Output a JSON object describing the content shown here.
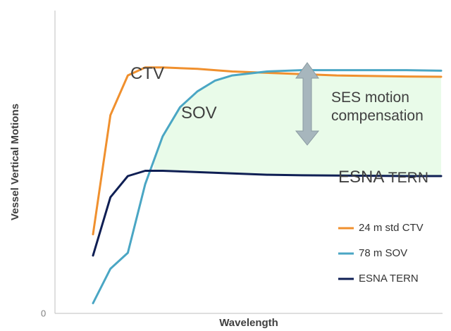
{
  "chart_data": {
    "type": "line",
    "xlabel": "Wavelength",
    "ylabel": "Vessel Vertical Motions",
    "y_tick": "0",
    "xlim": [
      0,
      100
    ],
    "ylim": [
      0,
      100
    ],
    "grid": false,
    "legend_position": "bottom-right",
    "series": [
      {
        "name": "24 m std CTV",
        "color": "#f0902e",
        "x": [
          0,
          5,
          10,
          15,
          20,
          30,
          40,
          50,
          60,
          70,
          80,
          90,
          100
        ],
        "y": [
          28,
          73,
          88,
          91,
          91,
          90.5,
          89.5,
          89,
          88.5,
          88,
          87.8,
          87.6,
          87.5
        ]
      },
      {
        "name": "78 m SOV",
        "color": "#4aa6c4",
        "x": [
          0,
          5,
          10,
          15,
          20,
          25,
          30,
          35,
          40,
          50,
          60,
          70,
          80,
          90,
          100
        ],
        "y": [
          2,
          15,
          21,
          47,
          65,
          76,
          82,
          86,
          88,
          89.5,
          90,
          90,
          90,
          90,
          89.8
        ]
      },
      {
        "name": "ESNA TERN",
        "color": "#0f1f54",
        "x": [
          0,
          5,
          10,
          15,
          20,
          30,
          40,
          50,
          60,
          70,
          80,
          90,
          100
        ],
        "y": [
          20,
          42,
          50,
          52,
          52,
          51.5,
          51,
          50.5,
          50.3,
          50.2,
          50.1,
          50,
          50
        ]
      }
    ],
    "annotations": {
      "ctv_label": "CTV",
      "sov_label": "SOV",
      "compensation_line1": "SES motion",
      "compensation_line2": "compensation",
      "esna_label": "ESNA",
      "tern_label": " TERN"
    },
    "fill_color": "#e9fbe9",
    "arrow_color": "#a7b6bd"
  }
}
